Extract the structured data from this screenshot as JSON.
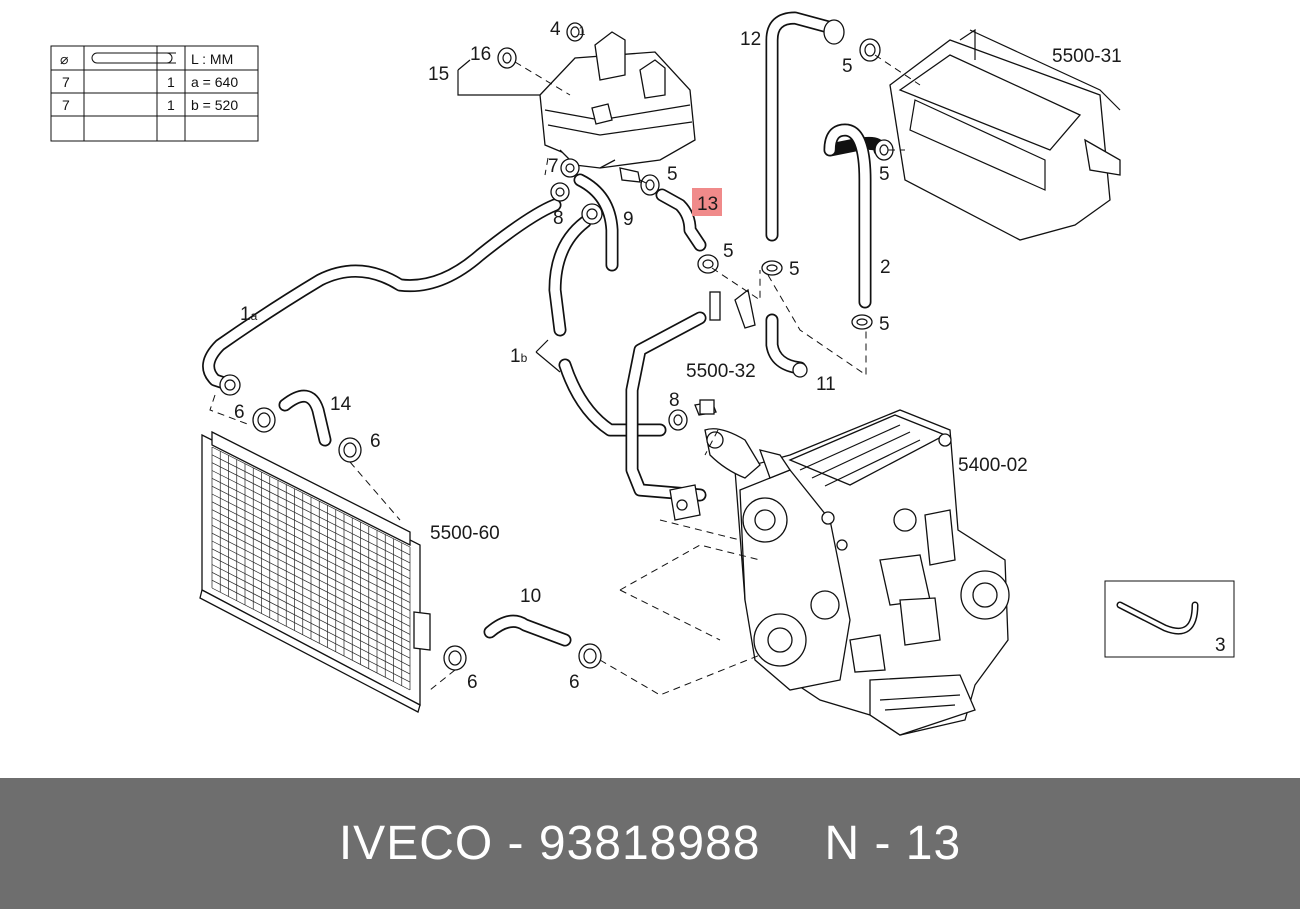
{
  "legend_table": {
    "header": {
      "diameter_symbol": "⌀",
      "length_unit": "L : MM"
    },
    "rows": [
      {
        "diameter": "7",
        "qty": "1",
        "length": "a = 640"
      },
      {
        "diameter": "7",
        "qty": "1",
        "length": "b = 520"
      }
    ]
  },
  "callouts": {
    "c1a_num": "1",
    "c1a_sub": "a",
    "c1b_num": "1",
    "c1b_sub": "b",
    "c2": "2",
    "c3": "3",
    "c4": "4",
    "c4b": "1",
    "c5_top": "5",
    "c5_heater": "5",
    "c5_tank": "5",
    "c5_hose13": "5",
    "c5_mid": "5",
    "c5_low": "5",
    "c6_left": "6",
    "c6_right": "6",
    "c6_bot_left": "6",
    "c6_bot_right": "6",
    "c7": "7",
    "c8_top": "8",
    "c8_mid": "8",
    "c9": "9",
    "c10": "10",
    "c11": "11",
    "c12": "12",
    "c14": "14",
    "c15": "15",
    "c16": "16",
    "highlight": "13"
  },
  "assembly_refs": {
    "heater": "5500-31",
    "radiator": "5500-60",
    "engine": "5400-02",
    "pipe": "5500-32"
  },
  "highlight_color": "#f08a8a",
  "footer": {
    "brand_part": "IVECO - 93818988",
    "position": "N - 13"
  }
}
